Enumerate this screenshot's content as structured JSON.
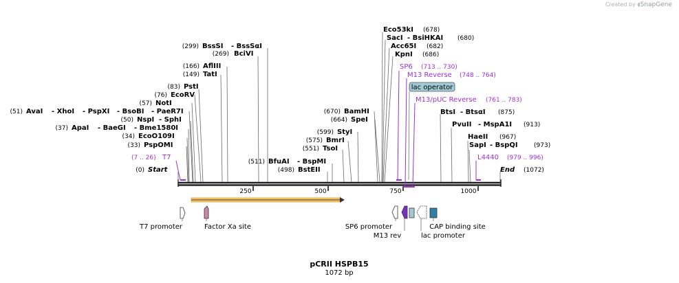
{
  "credit": {
    "prefix": "Created by",
    "brand": "SnapGene"
  },
  "map": {
    "name": "pCRII HSPB15",
    "length_label": "1072 bp",
    "ticks": [
      "250",
      "500",
      "750",
      "1000"
    ]
  },
  "enzymes": [
    {
      "pos": "(0)",
      "name": "Start",
      "italic": true
    },
    {
      "pos": "(33)",
      "name": "PspOMI"
    },
    {
      "pos": "(34)",
      "name": "EcoO109I"
    },
    {
      "pos": "(37)",
      "name": "ApaI",
      "name2": "BaeGI",
      "name3": "Bme1580I"
    },
    {
      "pos": "(50)",
      "name": "NspI",
      "name2": "SphI"
    },
    {
      "pos": "(51)",
      "name": "AvaI",
      "name2": "XhoI",
      "name3": "PspXI",
      "name4": "BsoBI",
      "name5": "PaeR7I"
    },
    {
      "pos": "(57)",
      "name": "NotI"
    },
    {
      "pos": "(76)",
      "name": "EcoRV"
    },
    {
      "pos": "(83)",
      "name": "PstI"
    },
    {
      "pos": "(149)",
      "name": "TatI"
    },
    {
      "pos": "(166)",
      "name": "AflIII"
    },
    {
      "pos": "(269)",
      "name": "BciVI"
    },
    {
      "pos": "(299)",
      "name": "BssSI",
      "name2": "BssSαI"
    },
    {
      "pos": "(498)",
      "name": "BstEII"
    },
    {
      "pos": "(511)",
      "name": "BfuAI",
      "name2": "BspMI"
    },
    {
      "pos": "(551)",
      "name": "TsoI"
    },
    {
      "pos": "(575)",
      "name": "BmrI"
    },
    {
      "pos": "(599)",
      "name": "StyI"
    },
    {
      "pos": "(664)",
      "name": "SpeI"
    },
    {
      "pos": "(670)",
      "name": "BamHI"
    },
    {
      "pos": "(678)",
      "name": "Eco53kI"
    },
    {
      "pos": "(680)",
      "name": "SacI",
      "name2": "BsiHKAI"
    },
    {
      "pos": "(682)",
      "name": "Acc65I"
    },
    {
      "pos": "(686)",
      "name": "KpnI"
    },
    {
      "pos": "(875)",
      "name": "BtsI",
      "name2": "BtsαI"
    },
    {
      "pos": "(913)",
      "name": "PvuII",
      "name2": "MspA1I"
    },
    {
      "pos": "(967)",
      "name": "HaeII"
    },
    {
      "pos": "(973)",
      "name": "SapI",
      "name2": "BspQI"
    },
    {
      "pos": "(1072)",
      "name": "End",
      "italic": true
    }
  ],
  "primers": [
    {
      "name": "T7",
      "range": "(7 .. 26)"
    },
    {
      "name": "SP6",
      "range": "(713 .. 730)"
    },
    {
      "name": "M13 Reverse",
      "range": "(748 .. 764)"
    },
    {
      "name": "M13/pUC Reverse",
      "range": "(761 .. 783)"
    },
    {
      "name": "L4440",
      "range": "(979 .. 996)"
    }
  ],
  "features": [
    {
      "label": "T7 promoter"
    },
    {
      "label": "Factor Xa site"
    },
    {
      "label": "SP6 promoter"
    },
    {
      "label": "M13 rev"
    },
    {
      "label": "lac promoter"
    },
    {
      "label": "CAP binding site"
    },
    {
      "label": "lac operator"
    }
  ],
  "colors": {
    "primer": "#9b30d9",
    "orf": "#f5c463",
    "lac_operator": "#9fcbd6",
    "cap_site": "#2f7fa6",
    "factor_xa": "#c98aaa",
    "m13rev": "#7a2fbf"
  }
}
